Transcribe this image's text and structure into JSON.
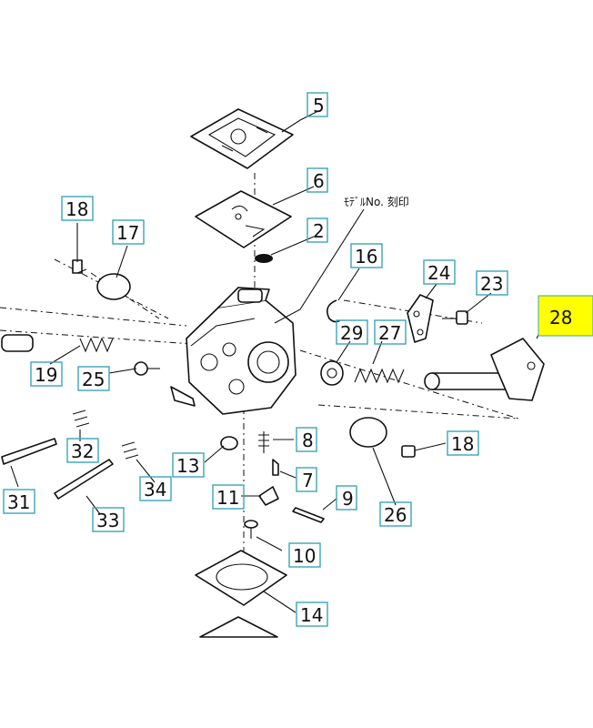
{
  "diagram": {
    "model_stamp_note": "ﾓﾃﾞﾙNo. 刻印",
    "callouts": {
      "c5": "5",
      "c6": "6",
      "c2": "2",
      "c18a": "18",
      "c17": "17",
      "c16": "16",
      "c24": "24",
      "c23": "23",
      "c28": "28",
      "c29": "29",
      "c27": "27",
      "c19": "19",
      "c25": "25",
      "c8": "8",
      "c13": "13",
      "c18b": "18",
      "c32": "32",
      "c7": "7",
      "c11": "11",
      "c9": "9",
      "c31": "31",
      "c34": "34",
      "c26": "26",
      "c33": "33",
      "c10": "10",
      "c14": "14"
    },
    "highlight_color": "#ffff00",
    "box_color": "#3aa6b9"
  }
}
